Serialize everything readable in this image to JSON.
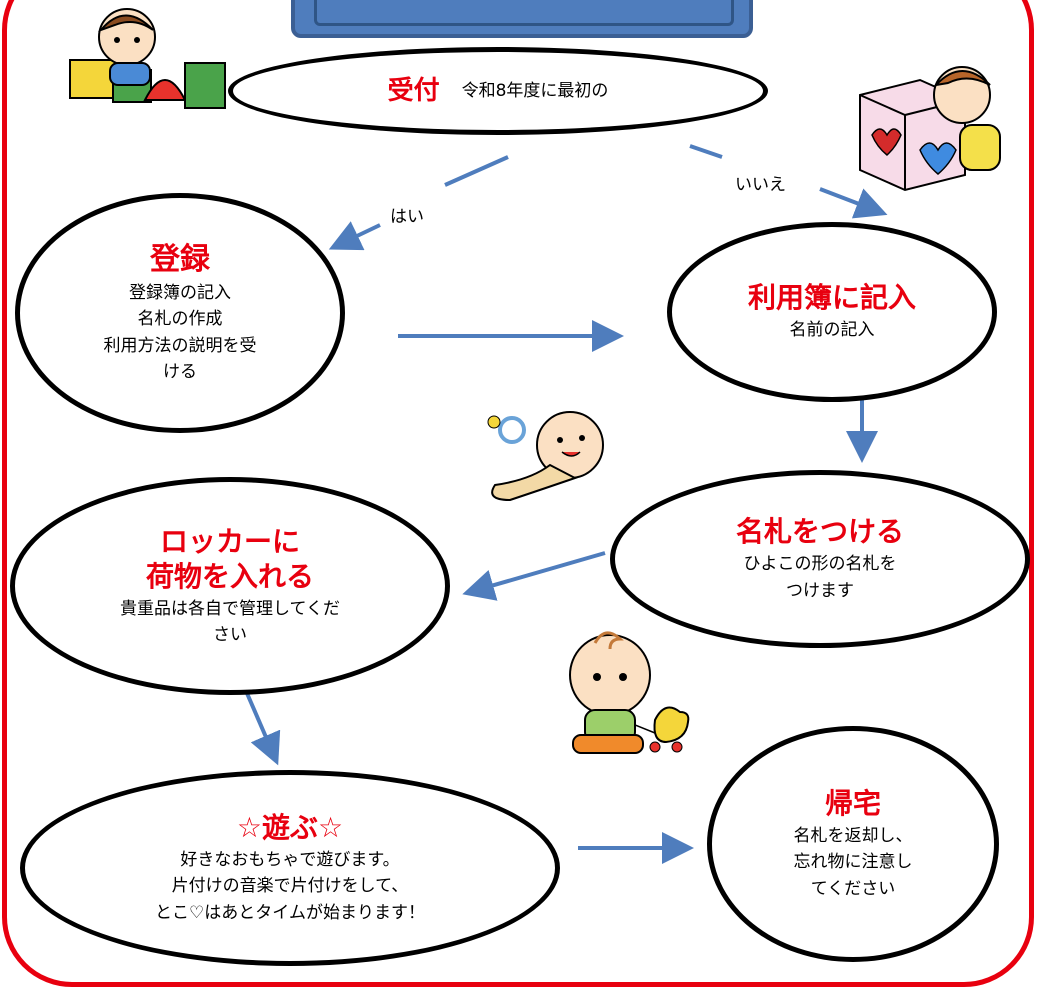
{
  "nodes": {
    "uketsuke": {
      "title": "受付",
      "body": "令和8年度に最初の"
    },
    "touroku": {
      "title": "登録",
      "body": "登録簿の記入\n名札の作成\n利用方法の説明を受\nける"
    },
    "riyoubo": {
      "title": "利用簿に記入",
      "body": "名前の記入"
    },
    "nafuda": {
      "title": "名札をつける",
      "body": "ひよこの形の名札を\nつけます"
    },
    "locker": {
      "title": "ロッカーに\n荷物を入れる",
      "body": "貴重品は各自で管理してくだ\nさい"
    },
    "asobu": {
      "title": "☆遊ぶ☆",
      "body": "好きなおもちゃで遊びます。\n片付けの音楽で片付けをして、\nとこ♡はあとタイムが始まります！"
    },
    "kitaku": {
      "title": "帰宅",
      "body": "名札を返却し、\n忘れ物に注意し\nてください"
    }
  },
  "edge_labels": {
    "yes": "はい",
    "no": "いいえ"
  },
  "illustrations": [
    "baby-blocks",
    "baby-heart-box",
    "baby-rattle",
    "baby-duck-toy"
  ],
  "colors": {
    "frame": "#e8000f",
    "title": "#e8000f",
    "arrow": "#4f7dbd",
    "node_border": "#000000"
  }
}
